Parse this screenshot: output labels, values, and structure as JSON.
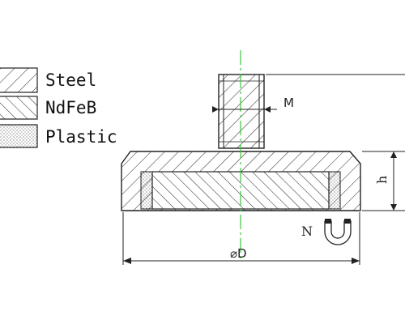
{
  "legend": {
    "items": [
      {
        "key": "steel",
        "label": "Steel"
      },
      {
        "key": "ndfeb",
        "label": "NdFeB"
      },
      {
        "key": "plastic",
        "label": "Plastic"
      }
    ]
  },
  "dimensions": {
    "thread": "M",
    "height": "h",
    "diameter": "⌀D"
  },
  "pole_label": "N",
  "colors": {
    "line": "#222222",
    "centerline": "#3cc43c"
  }
}
